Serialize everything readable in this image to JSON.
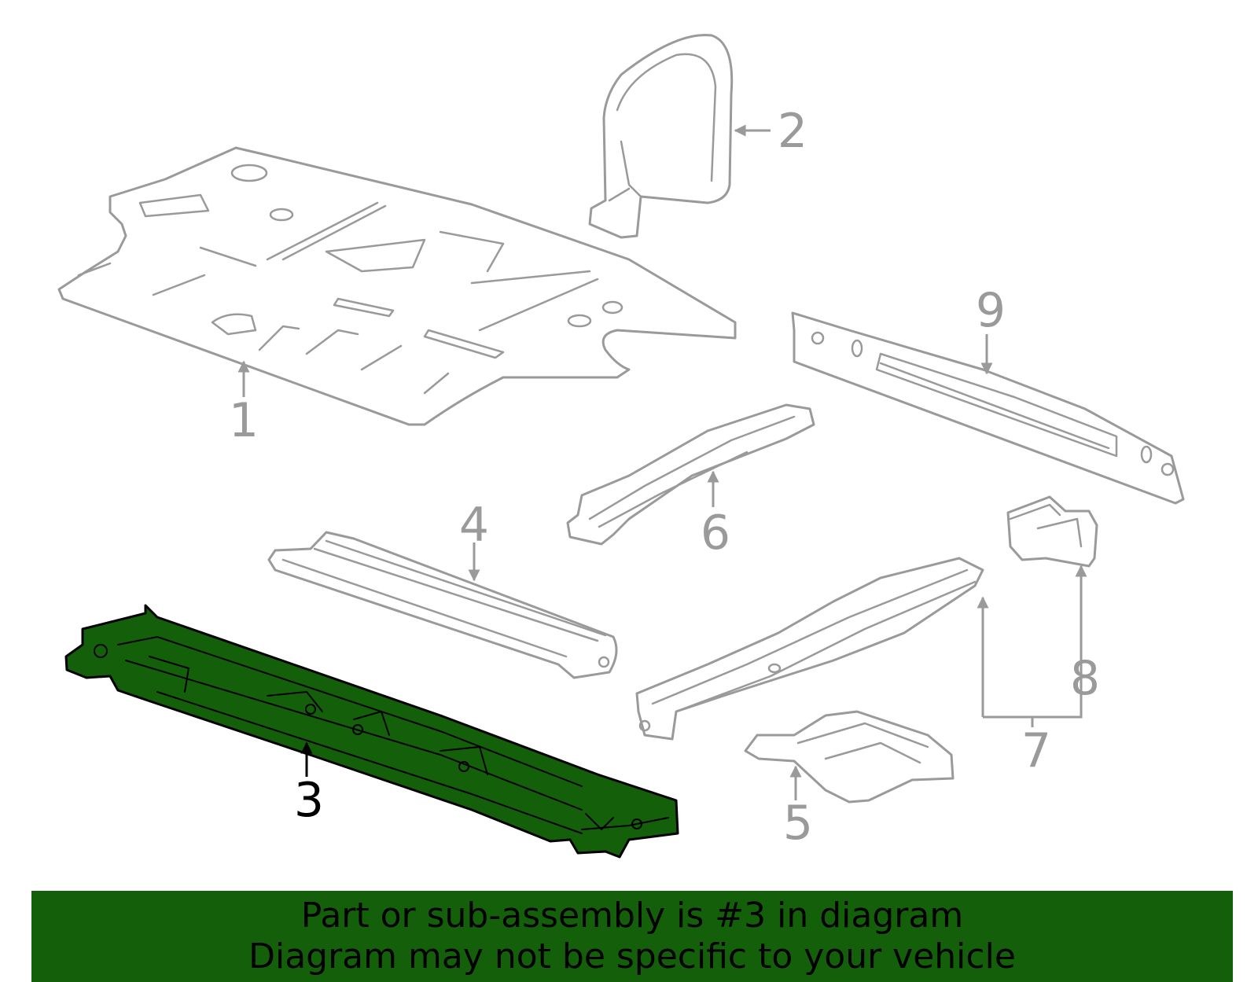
{
  "colors": {
    "part_outline": "#9a9a9a",
    "highlight_fill": "#145f0a",
    "highlight_outline": "#000000",
    "banner_background": "#145f0a",
    "banner_text": "#000000"
  },
  "callouts": {
    "c1": "1",
    "c2": "2",
    "c3": "3",
    "c4": "4",
    "c5": "5",
    "c6": "6",
    "c7": "7",
    "c8": "8",
    "c9": "9"
  },
  "highlighted_part": "3",
  "banner": {
    "line1": "Part or sub-assembly is #3 in diagram",
    "line2": "Diagram may not be specific to your vehicle"
  }
}
